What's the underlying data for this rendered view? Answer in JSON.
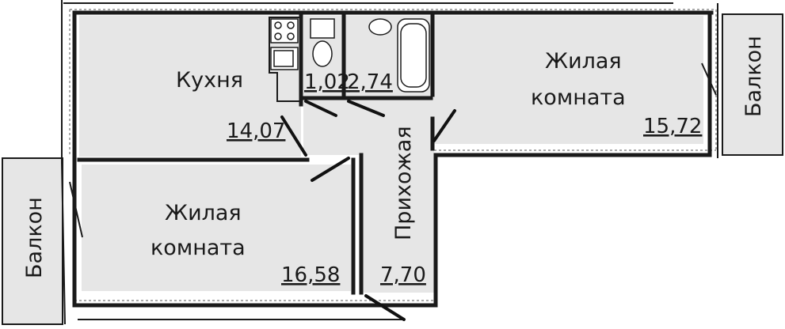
{
  "rooms": {
    "kitchen": {
      "name": "Кухня",
      "area": "14,07"
    },
    "living_top": {
      "name_line1": "Жилая",
      "name_line2": "комната",
      "area": "15,72"
    },
    "living_bottom": {
      "name_line1": "Жилая",
      "name_line2": "комната",
      "area": "16,58"
    },
    "hallway": {
      "name": "Прихожая",
      "area": "7,70"
    },
    "wc": {
      "area": "1,02"
    },
    "bathroom": {
      "area": "2,74"
    },
    "balcony_left": {
      "name": "Балкон"
    },
    "balcony_right": {
      "name": "Балкон"
    }
  }
}
